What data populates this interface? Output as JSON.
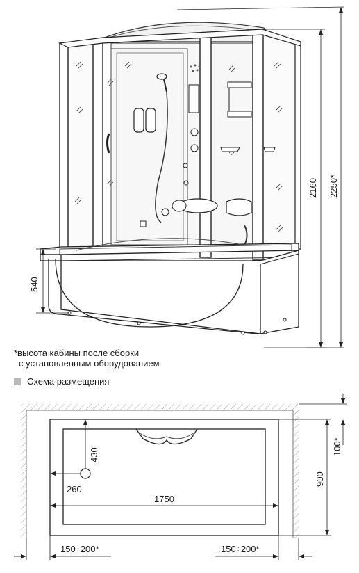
{
  "dimensions": {
    "cabin_height": "2160",
    "total_height": "2250*",
    "tray_height": "540",
    "length": "1750",
    "width": "900",
    "drain_y": "430",
    "drain_x": "260",
    "wall_gap": "100*",
    "side_gap_left": "150÷200*",
    "side_gap_right": "150÷200*"
  },
  "note": {
    "line1": "*высота кабины после сборки",
    "line2": "с установленным оборудованием"
  },
  "legend": {
    "label": "Схема размещения",
    "swatch_color": "#b9b9b9"
  }
}
